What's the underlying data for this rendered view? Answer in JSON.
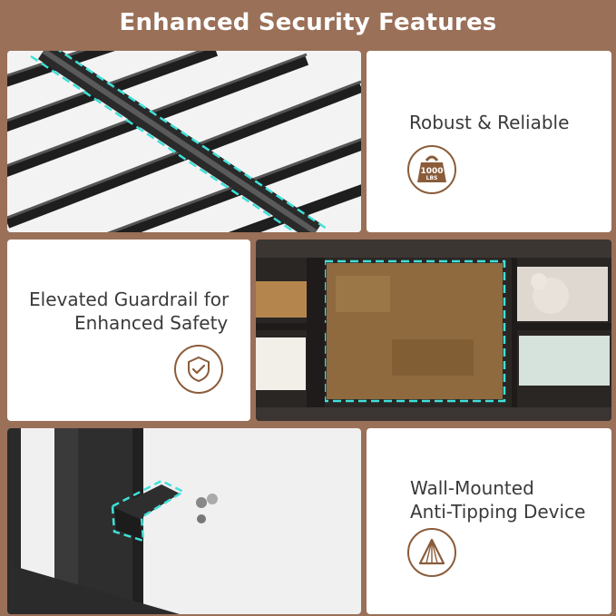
{
  "header": {
    "title": "Enhanced Security Features"
  },
  "features": {
    "robust": {
      "label": "Robust & Reliable",
      "badge_top": "1000",
      "badge_bottom": "LBS",
      "icon": "weight-icon"
    },
    "guardrail": {
      "label_line1": "Elevated Guardrail for",
      "label_line2": "Enhanced Safety",
      "icon": "shield-check-icon"
    },
    "anti_tip": {
      "label_line1": "Wall-Mounted",
      "label_line2": "Anti-Tipping Device",
      "icon": "triangle-icon"
    }
  },
  "colors": {
    "background": "#9a7058",
    "accent": "#8a5c3a",
    "highlight": "#3fe0d8"
  }
}
